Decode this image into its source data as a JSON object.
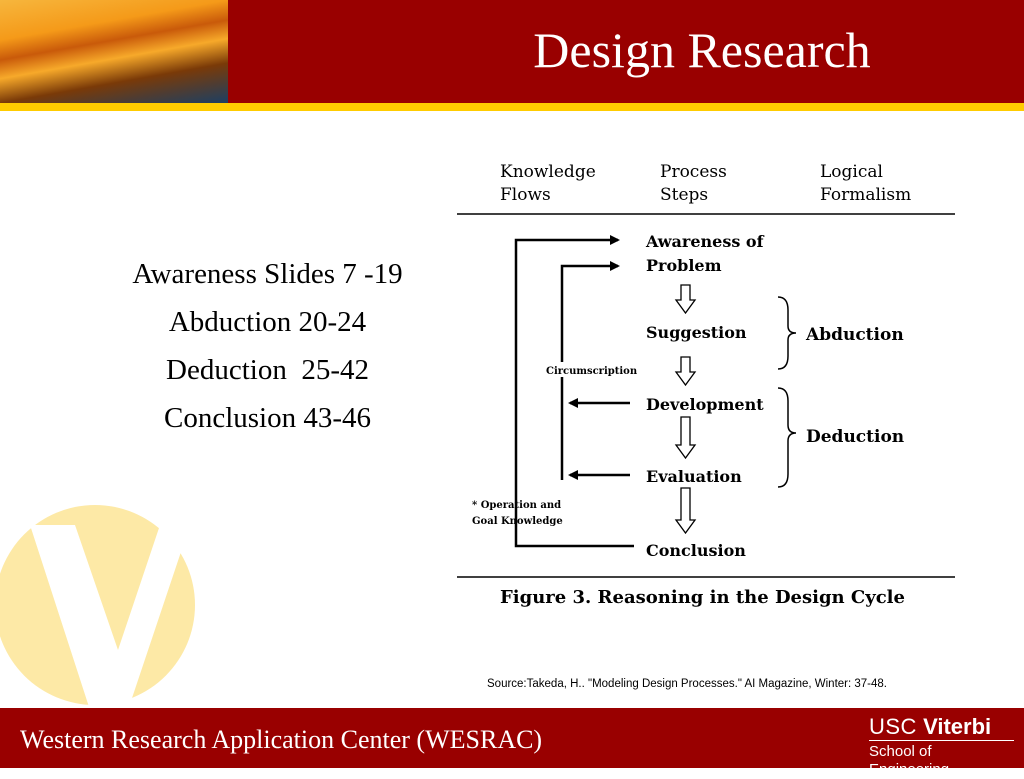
{
  "slide": {
    "title": "Design Research",
    "colors": {
      "maroon": "#990000",
      "gold": "#ffcc00",
      "watermark": "#fde9a6"
    }
  },
  "topics": [
    "Awareness Slides 7 -19",
    "Abduction 20-24",
    "Deduction  25-42",
    "Conclusion 43-46"
  ],
  "figure": {
    "headers": {
      "knowledge_flows": [
        "Knowledge",
        "Flows"
      ],
      "process_steps": [
        "Process",
        "Steps"
      ],
      "logical_formalism": [
        "Logical",
        "Formalism"
      ]
    },
    "steps": {
      "awareness": [
        "Awareness of",
        "Problem"
      ],
      "suggestion": "Suggestion",
      "development": "Development",
      "evaluation": "Evaluation",
      "conclusion": "Conclusion"
    },
    "circumscription": "Circumscription",
    "operation_knowledge": [
      "* Operation and",
      "Goal Knowledge"
    ],
    "abduction": "Abduction",
    "deduction": "Deduction",
    "caption": "Figure 3. Reasoning in the Design Cycle"
  },
  "source": "Source:Takeda, H.. \"Modeling Design Processes.\" AI Magazine, Winter: 37-48.",
  "footer": {
    "text": "Western Research Application Center (WESRAC)",
    "logo": {
      "usc": "USC",
      "viterbi": "Viterbi",
      "school": "School of Engineering"
    }
  }
}
